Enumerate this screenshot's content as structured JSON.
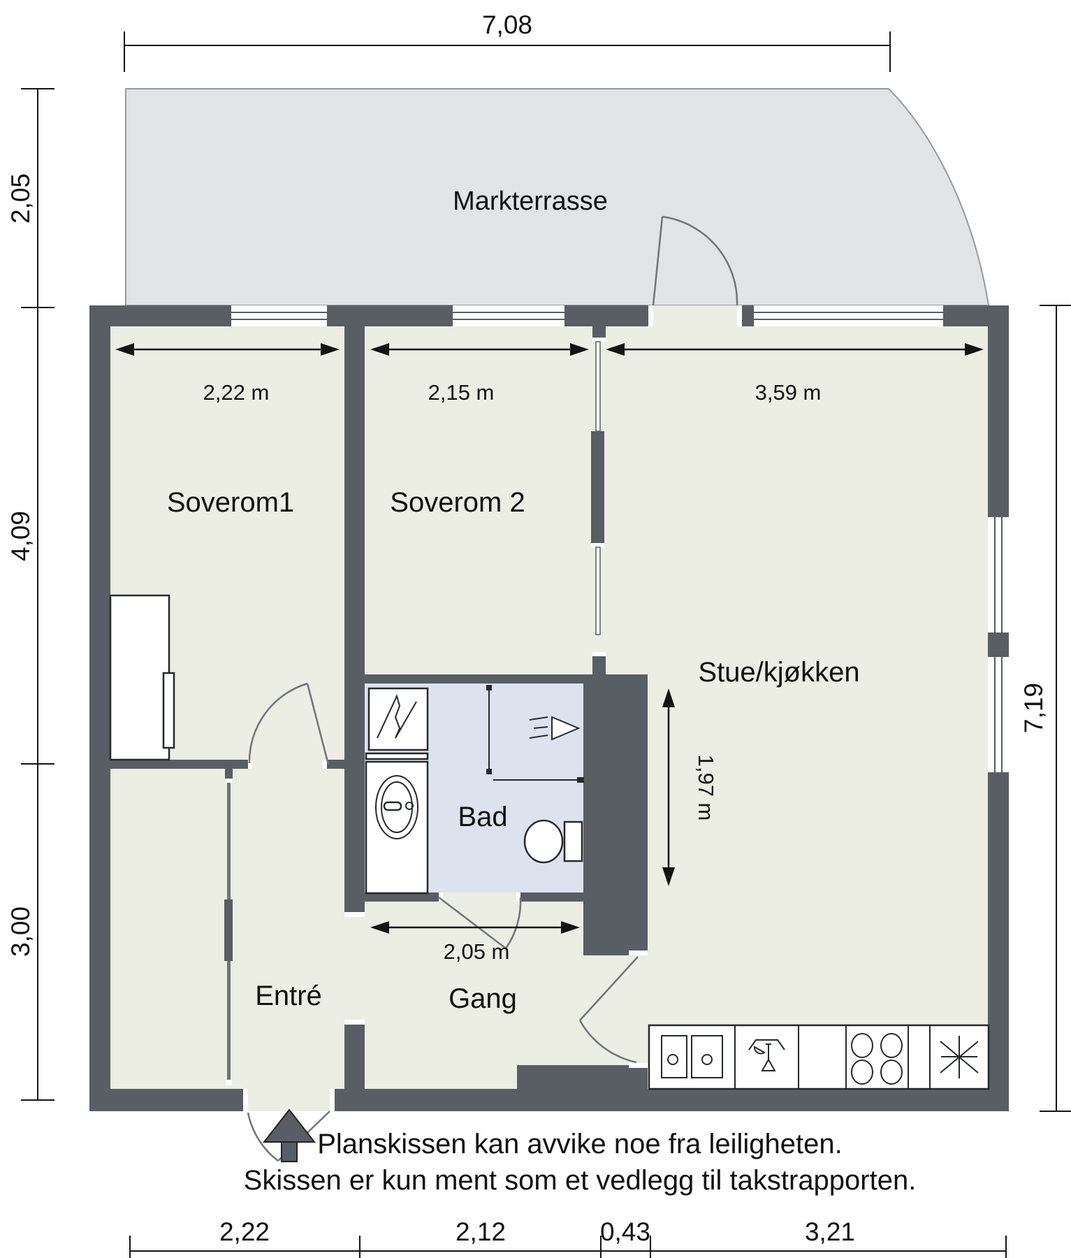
{
  "plan": {
    "rooms": {
      "terrace": "Markterrasse",
      "bedroom1": "Soverom1",
      "bedroom2": "Soverom 2",
      "living": "Stue/kjøkken",
      "bath": "Bad",
      "entry": "Entré",
      "hall": "Gang"
    },
    "dims": {
      "top": "7,08",
      "left_top": "2,05",
      "left_mid": "4,09",
      "left_bottom": "3,00",
      "right": "7,19",
      "bedroom1_width": "2,22 m",
      "bedroom2_width": "2,15 m",
      "living_width": "3,59 m",
      "hall_width": "2,05 m",
      "niche_height": "1,97 m",
      "bottom": [
        "2,22",
        "2,12",
        "0,43",
        "3,21"
      ]
    },
    "disclaimer": {
      "line1": "Planskissen kan avvike noe fra leiligheten.",
      "line2": "Skissen er kun ment som et vedlegg til takstrapporten."
    },
    "colors": {
      "wall": "#595E64",
      "floor": "#ECEDE3",
      "bath_floor": "#DCE2EE",
      "terrace": "#E3E4E7"
    }
  }
}
